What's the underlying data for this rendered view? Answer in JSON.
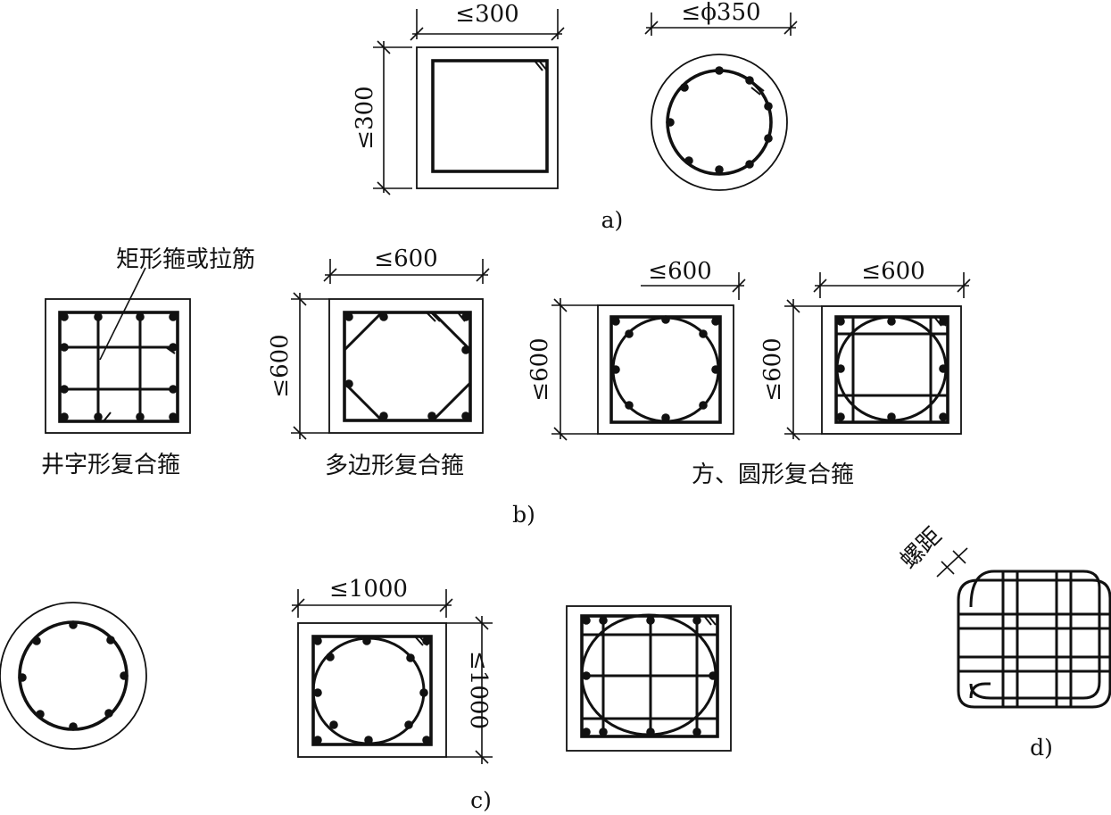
{
  "part_a": {
    "label": "a)",
    "square": {
      "width_dim": "≤300",
      "height_dim": "≤300"
    },
    "circle": {
      "diameter_dim": "≤ϕ350"
    }
  },
  "part_b": {
    "label": "b)",
    "leader_note": "矩形箍或拉筋",
    "grid": {
      "caption": "井字形复合箍"
    },
    "polygon": {
      "caption": "多边形复合箍",
      "width_dim": "≤600",
      "height_dim": "≤600"
    },
    "square_round_caption": "方、圆形复合箍",
    "square_round_1": {
      "width_dim": "≤600",
      "height_dim": "≤600"
    },
    "square_round_2": {
      "width_dim": "≤600",
      "height_dim": "≤600"
    }
  },
  "part_c": {
    "label": "c)",
    "square": {
      "width_dim": "≤1000",
      "height_dim": "≤1000"
    }
  },
  "part_d": {
    "label": "d)",
    "pitch_label": "螺距"
  }
}
